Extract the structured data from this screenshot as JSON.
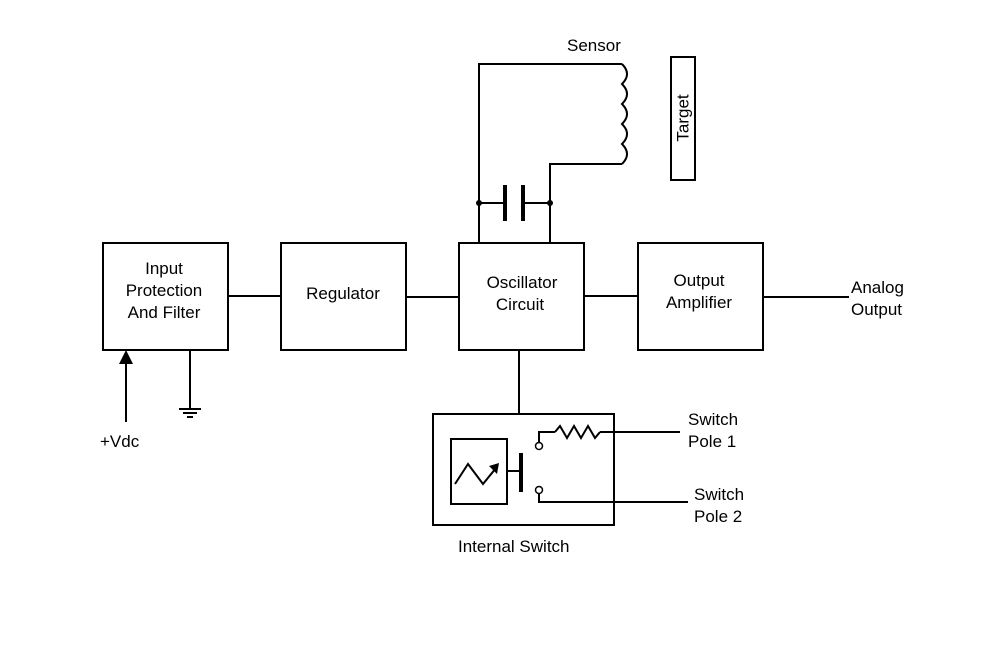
{
  "blocks": {
    "input_filter": [
      "Input",
      "Protection",
      "And Filter"
    ],
    "regulator": "Regulator",
    "oscillator": [
      "Oscillator",
      "Circuit"
    ],
    "output_amp": [
      "Output",
      "Amplifier"
    ]
  },
  "labels": {
    "sensor": "Sensor",
    "target": "Target",
    "analog_output": [
      "Analog",
      "Output"
    ],
    "vdc": "+Vdc",
    "switch_pole_1": [
      "Switch",
      "Pole 1"
    ],
    "switch_pole_2": [
      "Switch",
      "Pole 2"
    ],
    "internal_switch": "Internal Switch"
  }
}
